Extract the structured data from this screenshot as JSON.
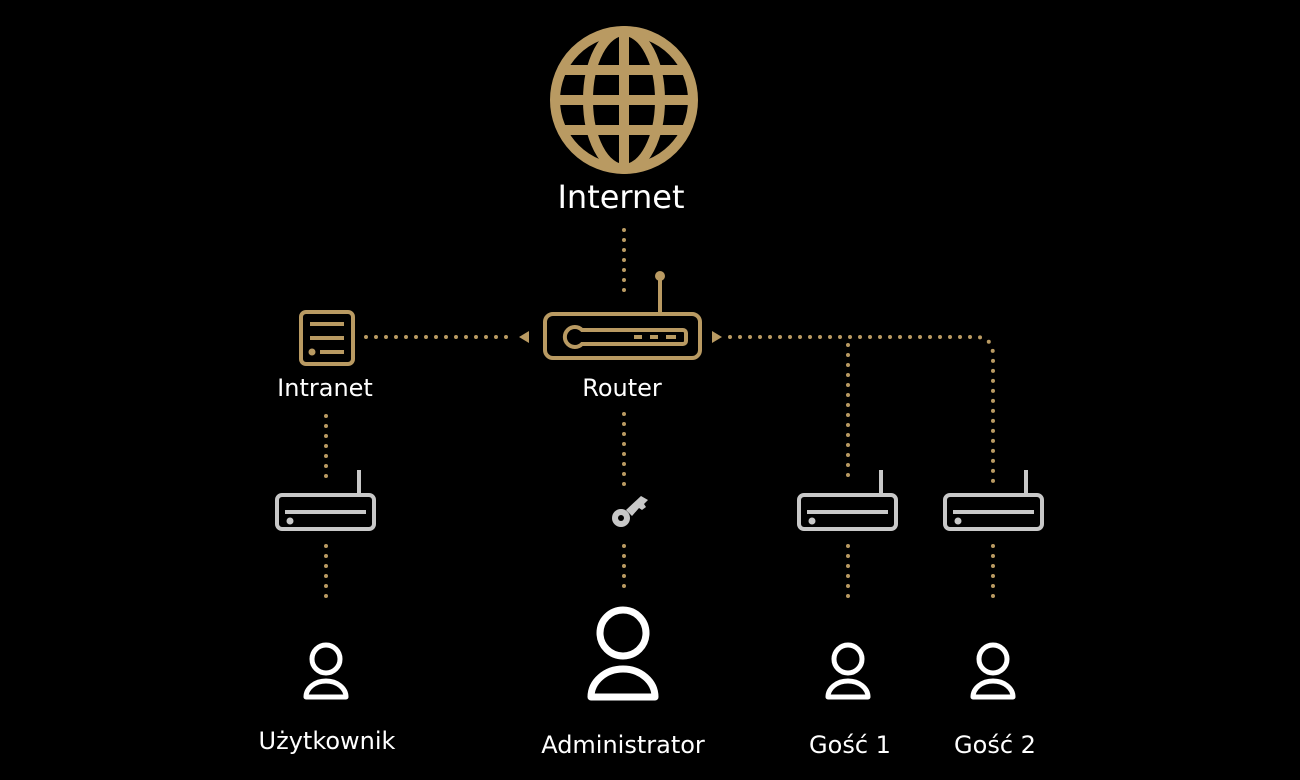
{
  "colors": {
    "gold": "#B99A62",
    "gray": "#C8C8C8",
    "white": "#FFFFFF",
    "background": "#000000"
  },
  "nodes": {
    "internet": {
      "label": "Internet",
      "icon": "globe-icon"
    },
    "router": {
      "label": "Router",
      "icon": "router-icon"
    },
    "intranet": {
      "label": "Intranet",
      "icon": "server-icon"
    },
    "user": {
      "label": "Użytkownik",
      "icon": "user-icon"
    },
    "admin": {
      "label": "Administrator",
      "icon": "user-icon"
    },
    "guest1": {
      "label": "Gość 1",
      "icon": "user-icon"
    },
    "guest2": {
      "label": "Gość 2",
      "icon": "user-icon"
    }
  }
}
